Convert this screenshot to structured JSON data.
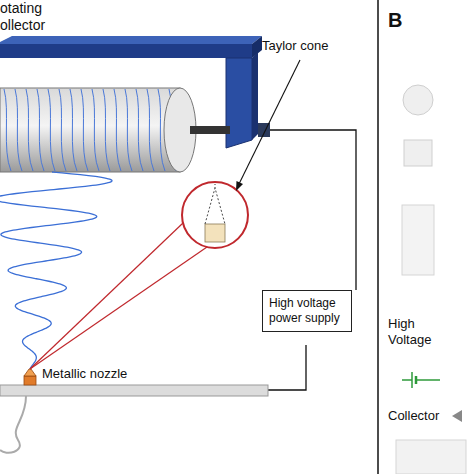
{
  "diagram": {
    "nodes": [
      {
        "text": [
          "High voltage power supply"
        ]
      }
    ],
    "labels": [
      "otating ollector",
      "Taylor cone",
      "Metallic nozzle",
      "B",
      "High Voltage",
      "Collector"
    ]
  }
}
